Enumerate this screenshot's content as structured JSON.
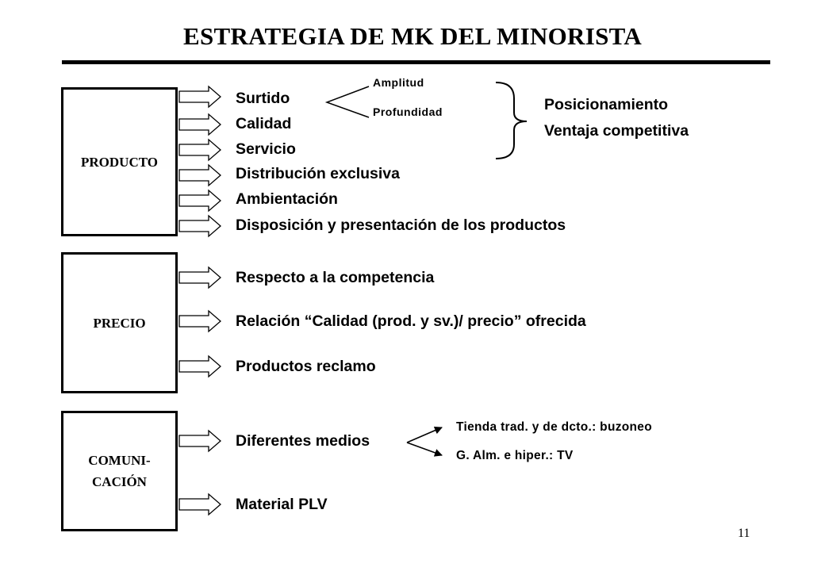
{
  "title": "ESTRATEGIA DE MK DEL MINORISTA",
  "page_number": "11",
  "producto": {
    "label": "PRODUCTO",
    "items": [
      "Surtido",
      "Calidad",
      "Servicio",
      "Distribución exclusiva",
      "Ambientación",
      "Disposición y presentación de los productos"
    ],
    "surtido_branches": [
      "Amplitud",
      "Profundidad"
    ],
    "outcomes": [
      "Posicionamiento",
      "Ventaja competitiva"
    ]
  },
  "precio": {
    "label": "PRECIO",
    "items": [
      "Respecto a la competencia",
      "Relación “Calidad (prod. y sv.)/ precio” ofrecida",
      "Productos reclamo"
    ]
  },
  "comunicacion": {
    "label_line1": "COMUNI-",
    "label_line2": "CACIÓN",
    "items": [
      "Diferentes medios",
      "Material PLV"
    ],
    "medios_branches": [
      "Tienda trad. y de dcto.: buzoneo",
      "G. Alm. e hiper.: TV"
    ]
  }
}
